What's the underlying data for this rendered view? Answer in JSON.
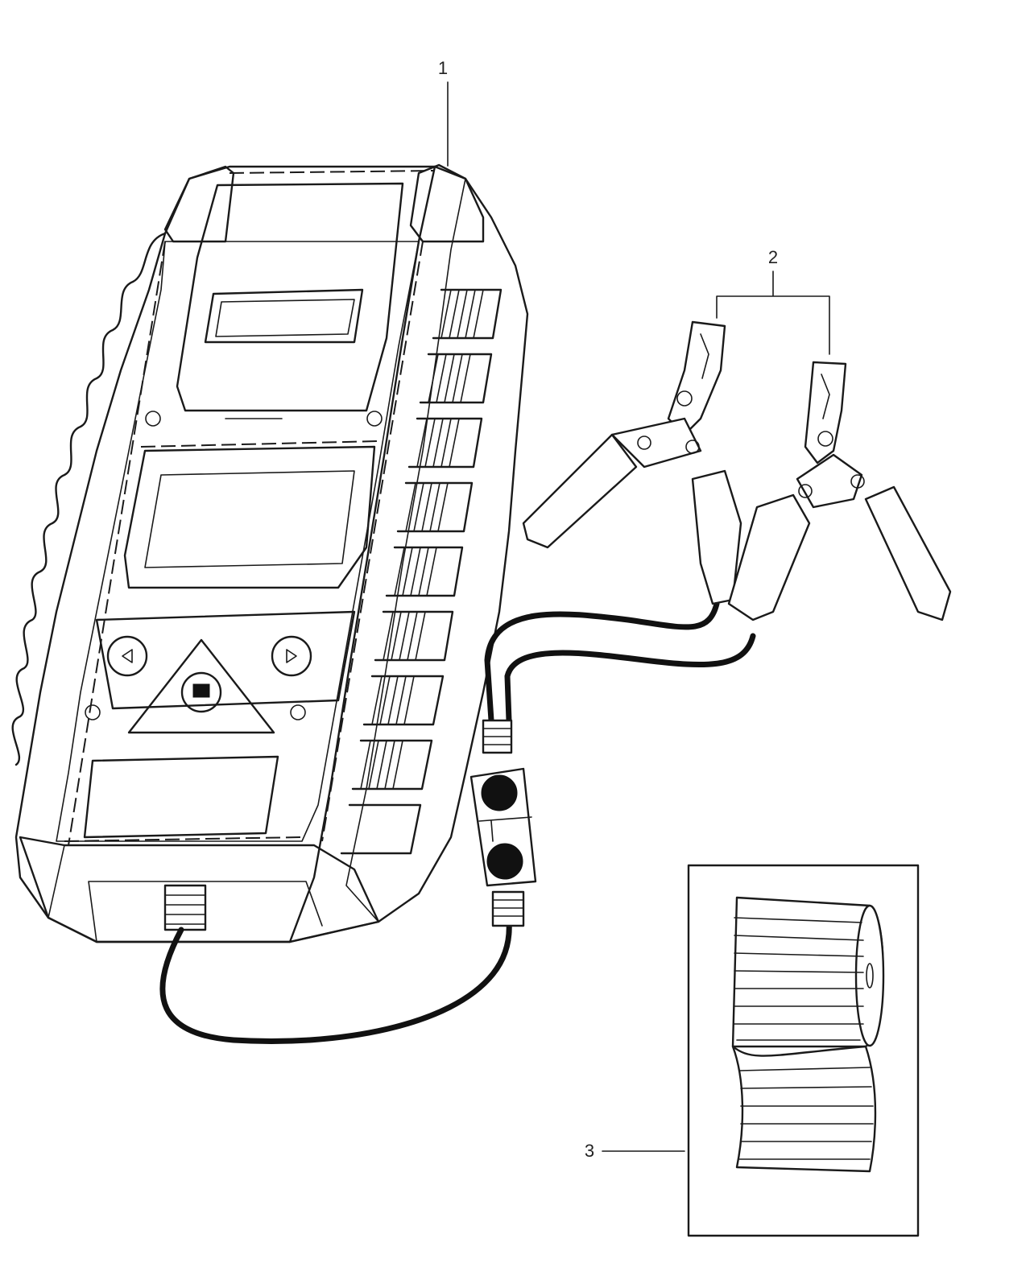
{
  "callouts": {
    "device": "1",
    "clamps": "2",
    "paper_roll": "3"
  },
  "colors": {
    "line": "#1a1a1a",
    "background": "#ffffff"
  }
}
